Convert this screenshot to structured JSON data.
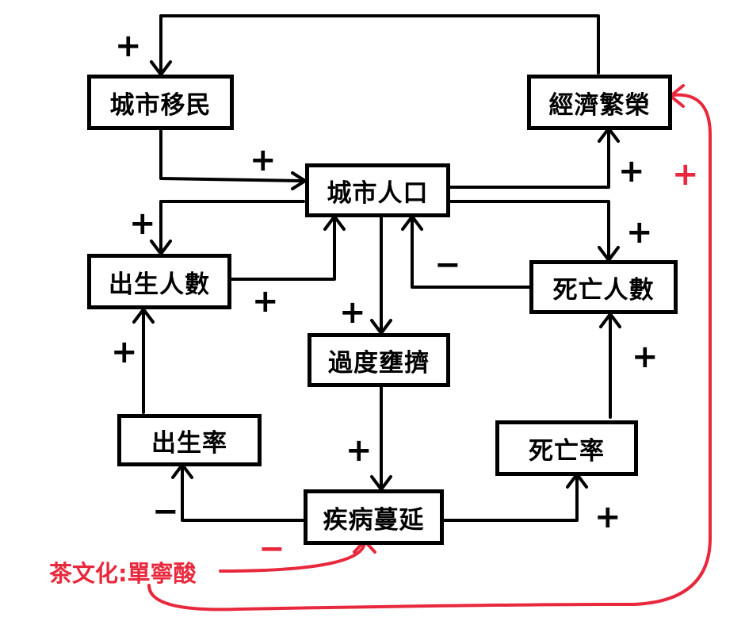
{
  "nodes": {
    "urban_migration": "城市移民",
    "economic_prosperity": "經濟繁榮",
    "urban_population": "城市人口",
    "births": "出生人數",
    "deaths": "死亡人數",
    "overcrowding": "過度壅擠",
    "birth_rate": "出生率",
    "death_rate": "死亡率",
    "disease_spread": "疾病蔓延"
  },
  "external_factor": "茶文化:單寧酸",
  "signs": {
    "plus": "+",
    "minus": "−"
  },
  "colors": {
    "line": "#000000",
    "highlight": "#e8283c"
  }
}
